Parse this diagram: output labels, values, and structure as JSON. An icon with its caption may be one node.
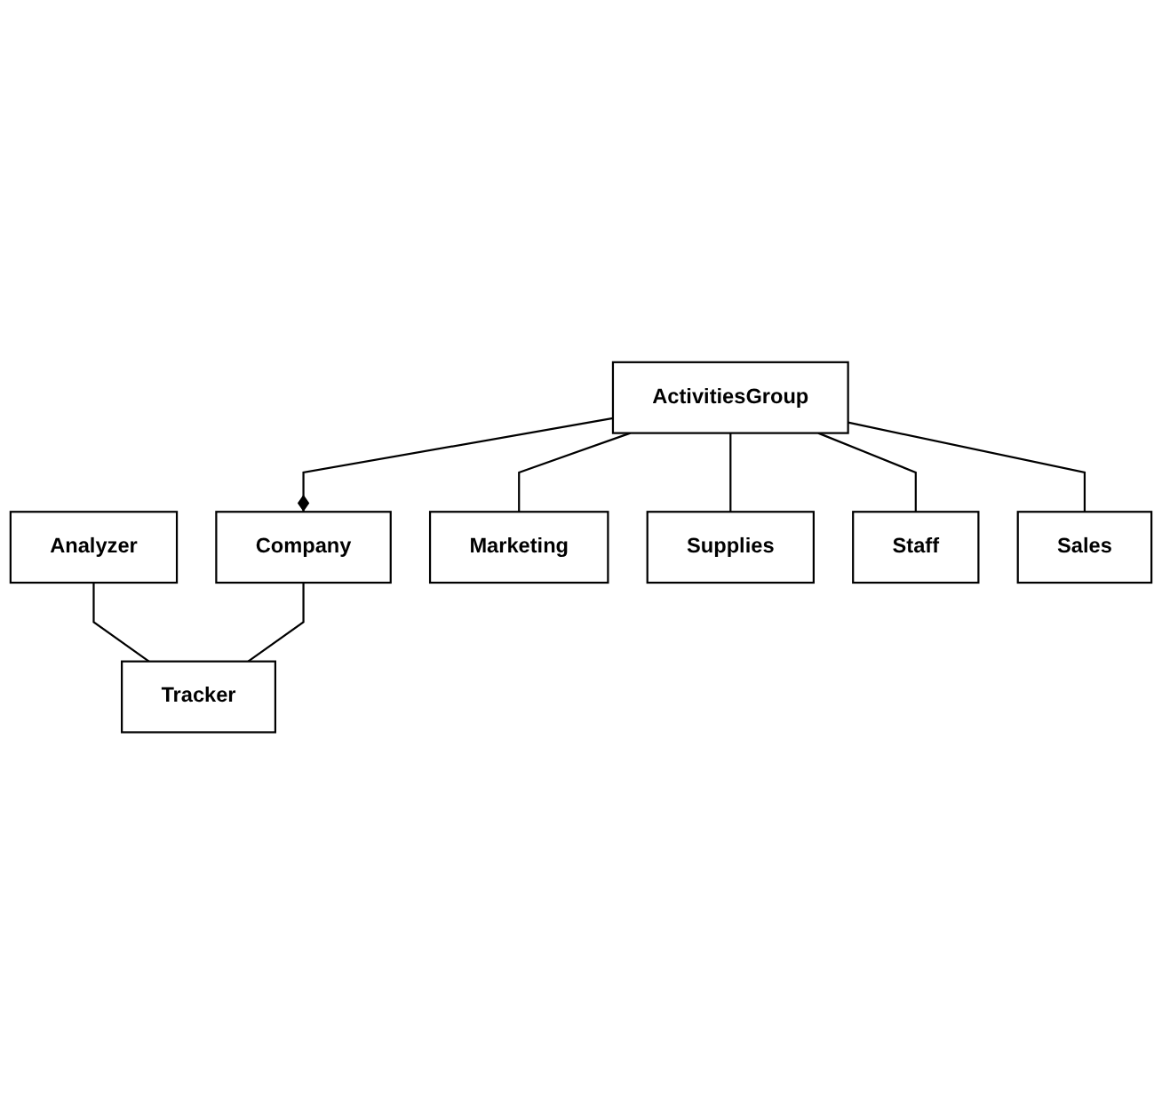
{
  "diagram": {
    "nodes": [
      {
        "text": [
          "Analyzer"
        ]
      },
      {
        "text": [
          "Company"
        ]
      },
      {
        "text": [
          "Tracker"
        ]
      },
      {
        "text": [
          "ActivitiesGroup"
        ]
      },
      {
        "text": [
          "Marketing"
        ]
      },
      {
        "text": [
          "Supplies"
        ]
      },
      {
        "text": [
          "Staff"
        ]
      },
      {
        "text": [
          "Sales"
        ]
      }
    ],
    "edges": [
      {
        "from": 0,
        "to": 2,
        "arrow": "none"
      },
      {
        "from": 1,
        "to": 2,
        "arrow": "none"
      },
      {
        "from": 3,
        "to": 1,
        "arrow": "other"
      },
      {
        "from": 3,
        "to": 4,
        "arrow": "none"
      },
      {
        "from": 3,
        "to": 5,
        "arrow": "none"
      },
      {
        "from": 3,
        "to": 6,
        "arrow": "none"
      },
      {
        "from": 3,
        "to": 7,
        "arrow": "none"
      }
    ]
  }
}
